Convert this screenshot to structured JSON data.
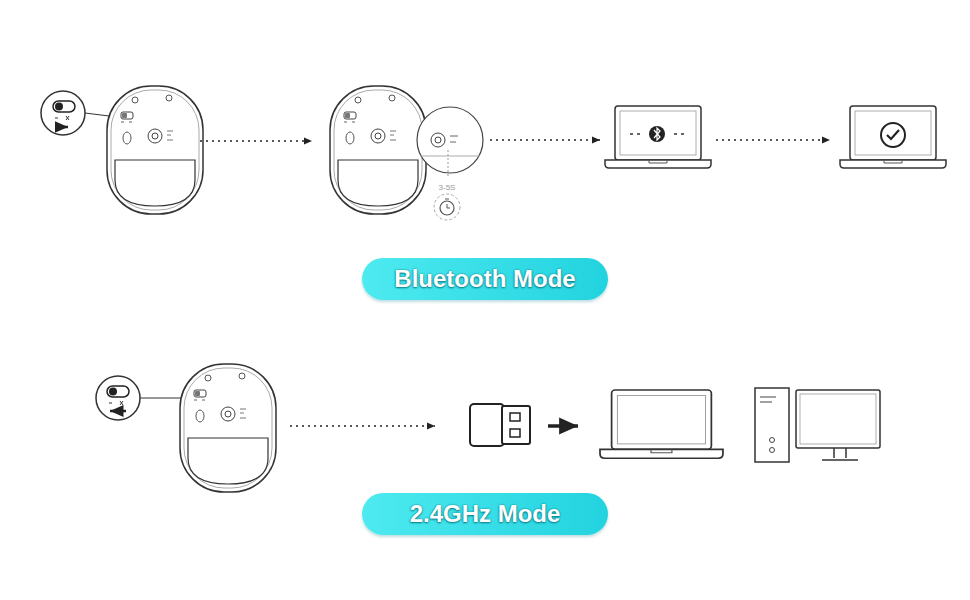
{
  "diagram": {
    "nodes": [
      {
        "text": [
          "Bluetooth Mode"
        ]
      },
      {
        "text": [
          "2.4GHz Mode"
        ]
      }
    ],
    "labels": [
      "3-5S"
    ]
  }
}
